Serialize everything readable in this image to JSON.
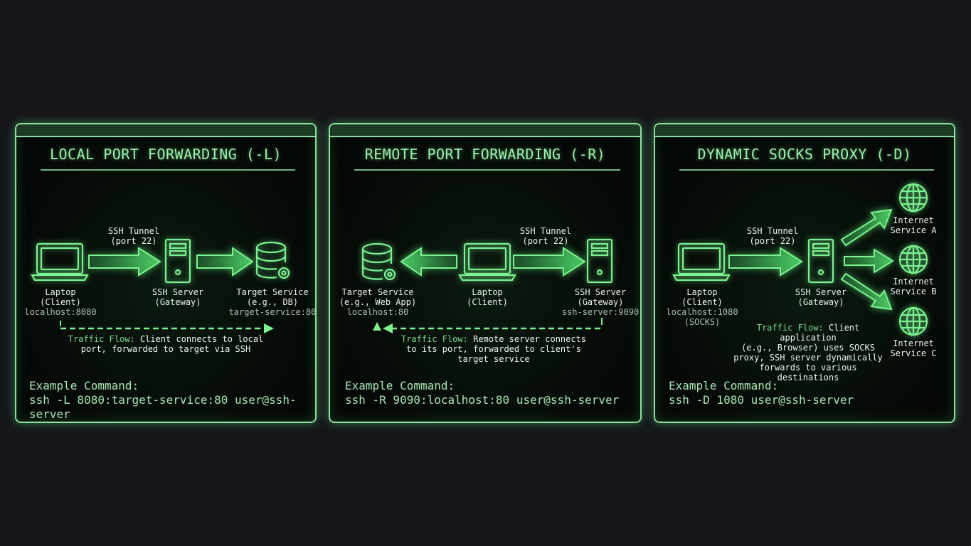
{
  "colors": {
    "background": "#15161a",
    "accent": "#8fe0a0",
    "title": "#9ef0ae",
    "icon": "#7ef291"
  },
  "panels": [
    {
      "title": "LOCAL PORT FORWARDING (-L)",
      "tunnel_label": [
        "SSH Tunnel",
        "(port 22)"
      ],
      "nodes": [
        {
          "icon": "laptop-icon",
          "name": "Laptop",
          "role": "(Client)",
          "address": "localhost:8080"
        },
        {
          "icon": "server-icon",
          "name": "SSH Server",
          "role": "(Gateway)",
          "address": ""
        },
        {
          "icon": "database-icon",
          "name": "Target Service",
          "role": "(e.g., DB)",
          "address": "target-service:80"
        }
      ],
      "flow_key": "Traffic Flow:",
      "flow_text": [
        "Client connects to local",
        "port, forwarded to target via SSH"
      ],
      "command_label": "Example Command:",
      "command": "ssh -L 8080:target-service:80 user@ssh-server"
    },
    {
      "title": "REMOTE PORT FORWARDING (-R)",
      "tunnel_label": [
        "SSH Tunnel",
        "(port 22)"
      ],
      "nodes": [
        {
          "icon": "database-icon",
          "name": "Target Service",
          "role": "(e.g., Web App)",
          "address": "localhost:80"
        },
        {
          "icon": "laptop-icon",
          "name": "Laptop",
          "role": "(Client)",
          "address": ""
        },
        {
          "icon": "server-icon",
          "name": "SSH Server",
          "role": "(Gateway)",
          "address": "ssh-server:9090"
        }
      ],
      "flow_key": "Traffic Flow:",
      "flow_text": [
        "Remote server connects",
        "to its port, forwarded to client's",
        "target service"
      ],
      "command_label": "Example Command:",
      "command": "ssh -R 9090:localhost:80 user@ssh-server"
    },
    {
      "title": "DYNAMIC SOCKS PROXY (-D)",
      "tunnel_label": [
        "SSH Tunnel",
        "(port 22)"
      ],
      "nodes": [
        {
          "icon": "laptop-icon",
          "name": "Laptop",
          "role": "(Client)",
          "address": "localhost:1080",
          "extra": "(SOCKS)"
        },
        {
          "icon": "server-icon",
          "name": "SSH Server",
          "role": "(Gateway)",
          "address": ""
        }
      ],
      "destinations": [
        {
          "icon": "globe-icon",
          "name": "Internet",
          "sub": "Service A"
        },
        {
          "icon": "globe-icon",
          "name": "Internet",
          "sub": "Service B"
        },
        {
          "icon": "globe-icon",
          "name": "Internet",
          "sub": "Service C"
        }
      ],
      "flow_key": "Traffic Flow:",
      "flow_text": [
        "Client application",
        "(e.g., Browser) uses SOCKS",
        "proxy, SSH server dynamically",
        "forwards to various destinations"
      ],
      "command_label": "Example Command:",
      "command": "ssh -D 1080 user@ssh-server"
    }
  ]
}
